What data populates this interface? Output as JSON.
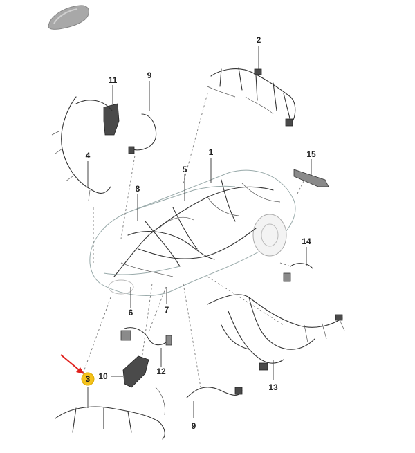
{
  "diagram": {
    "labels": {
      "l1": "1",
      "l2": "2",
      "l3": "3",
      "l4": "4",
      "l5": "5",
      "l6": "6",
      "l7": "7",
      "l8": "8",
      "l9a": "9",
      "l9b": "9",
      "l10": "10",
      "l11": "11",
      "l12": "12",
      "l13": "13",
      "l14": "14",
      "l15": "15"
    },
    "colors": {
      "highlight": "#f5c21b",
      "arrow": "#e0201c",
      "model_icon": "#a8a8a8"
    }
  }
}
